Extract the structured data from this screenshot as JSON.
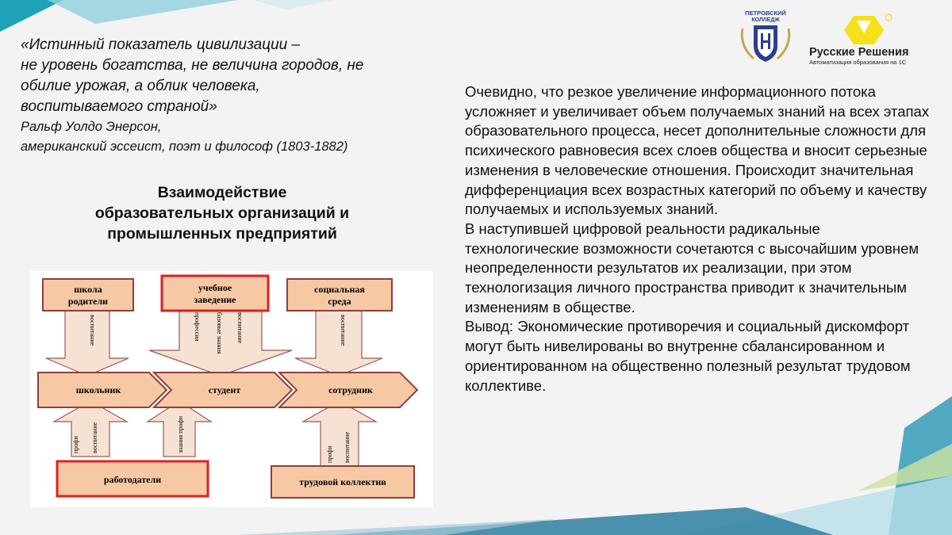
{
  "quote": {
    "lines": [
      "«Истинный показатель цивилизации –",
      "не уровень богатства, не величина городов, не",
      "обилие урожая, а облик человека,",
      "воспитываемого страной»"
    ],
    "author": "Ральф Уолдо Энерсон,",
    "author_desc": "американский эссеист, поэт и  философ (1803-1882)"
  },
  "diagram_title": {
    "lines": [
      "Взаимодействие",
      "образовательных организаций и",
      "промышленных предприятий"
    ]
  },
  "logos": {
    "college_top": "ПЕТРОВСКИЙ",
    "college_bottom": "КОЛЛЕДЖ",
    "brand_name": "Русские Решения",
    "brand_tagline": "Автоматизация образования на 1С"
  },
  "diagram": {
    "top_boxes": [
      {
        "line1": "школа",
        "line2": "родители"
      },
      {
        "line1": "учебное",
        "line2": "заведение"
      },
      {
        "line1": "социальная",
        "line2": "среда"
      }
    ],
    "middle_boxes": [
      "школьник",
      "студент",
      "сотрудник"
    ],
    "bottom_boxes": [
      "работодатели",
      "трудовой коллектив"
    ],
    "arrow_labels": {
      "top1": "воспитание",
      "top2a": "профессия",
      "top2b": "базовые знания",
      "top2c": "воспитание",
      "top3": "воспитание",
      "bottom1a": "профи",
      "bottom1b": "воспитание",
      "bottom2": "знания профи",
      "bottom3a": "профи",
      "bottom3b": "воспитание"
    }
  },
  "body": {
    "p1": "Очевидно, что резкое увеличение информационного потока усложняет и увеличивает объем получаемых знаний на всех этапах образовательного процесса, несет дополнительные сложности для психического равновесия всех слоев общества и вносит серьезные изменения в человеческие отношения. Происходит значительная дифференциация всех возрастных категорий по объему и качеству получаемых и используемых знаний.",
    "p2": "В наступившей цифровой реальности радикальные технологические возможности сочетаются с высочайшим уровнем неопределенности результатов их реализации, при этом технологизация личного пространства приводит к значительным изменениям в обществе.",
    "p3": "Вывод: Экономические противоречия и социальный дискомфорт могут быть нивелированы во внутренне сбалансированном и ориентированном на общественно полезный результат трудовом коллективе."
  },
  "colors": {
    "box_fill": "#f6c9a4",
    "box_stroke": "#8c3f3f",
    "box_highlight": "#e02020",
    "arrow_fill": "#f5e2d2",
    "accent_yellow": "#f4e11a",
    "logo_blue": "#2c3f8e"
  }
}
